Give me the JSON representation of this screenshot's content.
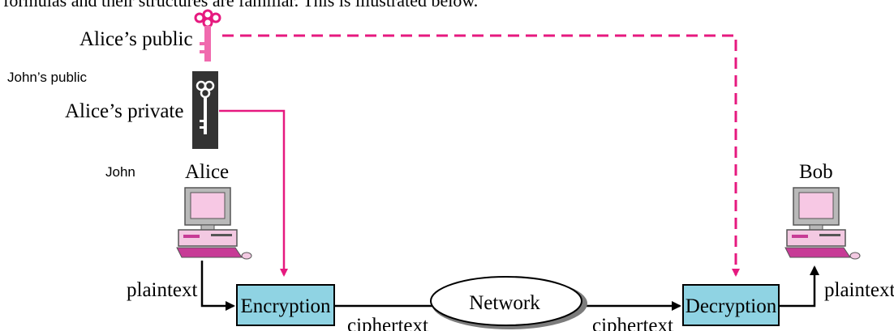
{
  "intro_text": "formulas and their structures are familiar. This is illustrated below.",
  "keys": {
    "alice_public": "Alice’s public",
    "john_public": "John’s public",
    "alice_private": "Alice’s private"
  },
  "parties": {
    "sender_overlay": "John",
    "sender": "Alice",
    "receiver": "Bob"
  },
  "boxes": {
    "encryption": "Encryption",
    "network": "Network",
    "decryption": "Decryption"
  },
  "flow_labels": {
    "plaintext_in": "plaintext",
    "ciphertext_1": "ciphertext",
    "ciphertext_2": "ciphertext",
    "plaintext_out": "plaintext"
  },
  "colors": {
    "key_link": "#e6197f",
    "box_fill": "#8fd3e3",
    "flow": "#000000",
    "private_key_bg": "#333333",
    "monitor": "#b9b9b9",
    "screen": "#f7c8e4",
    "base": "#f3c9e2",
    "keyboard": "#c73b96"
  },
  "icons": [
    "pink-key-icon",
    "dark-key-card-icon",
    "computer-icon"
  ]
}
